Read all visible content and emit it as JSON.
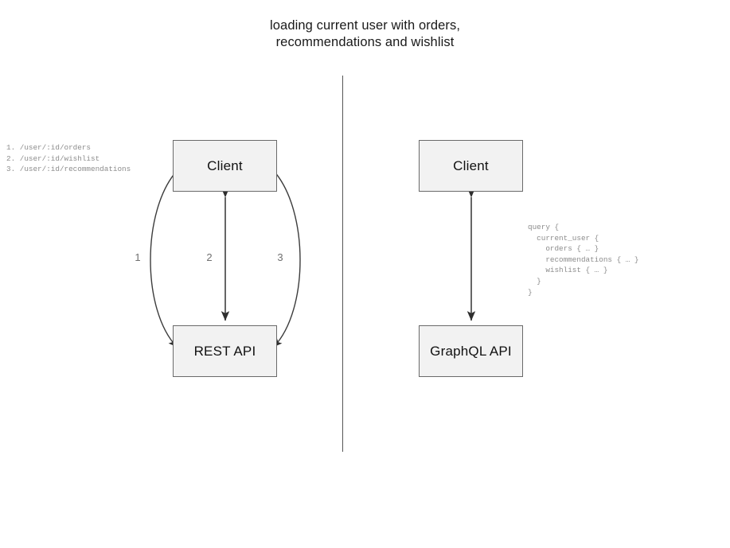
{
  "diagram": {
    "title": "loading current user with orders,\nrecommendations and wishlist",
    "divider": {
      "label": "vertical-separator"
    },
    "rest_side": {
      "client_label": "Client",
      "api_label": "REST API",
      "edge_labels": [
        "1",
        "2",
        "3"
      ],
      "endpoints": "1. /user/:id/orders\n2. /user/:id/wishlist\n3. /user/:id/recommendations"
    },
    "graphql_side": {
      "client_label": "Client",
      "api_label": "GraphQL API",
      "query": "query {\n  current_user {\n    orders { … }\n    recommendations { … }\n    wishlist { … }\n  }\n}"
    }
  },
  "colors": {
    "node_fill": "#f2f2f2",
    "node_border": "#6a6a6a",
    "edge": "#3c3c3c",
    "divider": "#555555",
    "code_text": "#8c8c8c",
    "title_text": "#1a1a1a",
    "label_text": "#6f6f6f"
  }
}
